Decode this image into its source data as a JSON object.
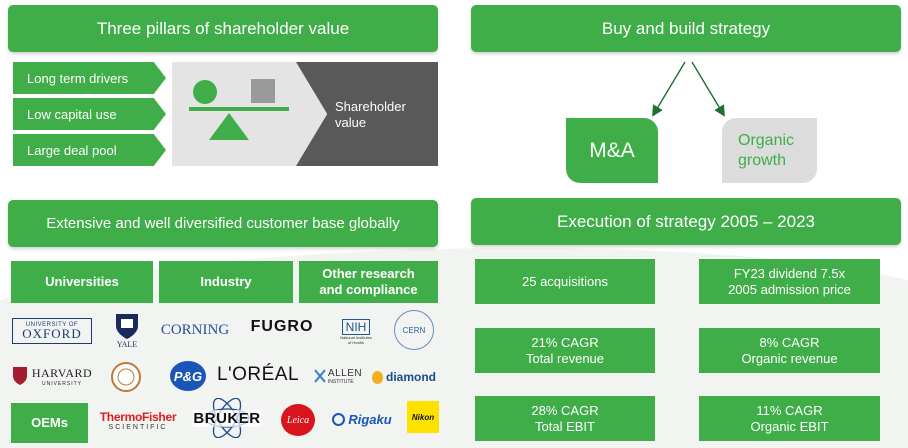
{
  "headers": {
    "pillars": "Three pillars of shareholder value",
    "buy_build": "Buy and build strategy",
    "customers": "Extensive and well diversified customer base globally",
    "execution": "Execution of strategy 2005 – 2023"
  },
  "pillars": [
    "Long term drivers",
    "Low capital use",
    "Large deal pool"
  ],
  "shareholder_value": [
    "Shareholder",
    "value"
  ],
  "strategy": {
    "ma": "M&A",
    "organic": [
      "Organic",
      "growth"
    ]
  },
  "categories": {
    "universities": "Universities",
    "industry": "Industry",
    "other": [
      "Other research",
      "and compliance"
    ],
    "oems": "OEMs"
  },
  "logos": {
    "oxford": [
      "UNIVERSITY OF",
      "OXFORD"
    ],
    "yale": "YALE",
    "corning": "CORNING",
    "fugro": "FUGRO",
    "nih": [
      "NIH",
      "National Institutes",
      "of Health"
    ],
    "cern": "CERN",
    "harvard": [
      "HARVARD",
      "UNIVERSITY"
    ],
    "pg": "P&G",
    "loreal": "L'ORÉAL",
    "allen": [
      "ALLEN",
      "INSTITUTE"
    ],
    "diamond": "diamond",
    "thermo": [
      "ThermoFisher",
      "SCIENTIFIC"
    ],
    "bruker": "BRUKER",
    "leica": "Leica",
    "rigaku": "Rigaku",
    "nikon": "Nikon"
  },
  "execution": {
    "acquisitions": "25 acquisitions",
    "dividend": [
      "FY23 dividend 7.5x",
      "2005 admission price"
    ],
    "cagr_revenue": [
      "21% CAGR",
      "Total revenue"
    ],
    "organic_revenue": [
      "8% CAGR",
      "Organic revenue"
    ],
    "cagr_ebit": [
      "28% CAGR",
      "Total EBIT"
    ],
    "organic_ebit": [
      "11% CAGR",
      "Organic EBIT"
    ]
  },
  "colors": {
    "green": "#3fae49",
    "dark_grey": "#595959",
    "light_grey": "#dcdcdc",
    "background_curve": "#f1f4f1"
  }
}
